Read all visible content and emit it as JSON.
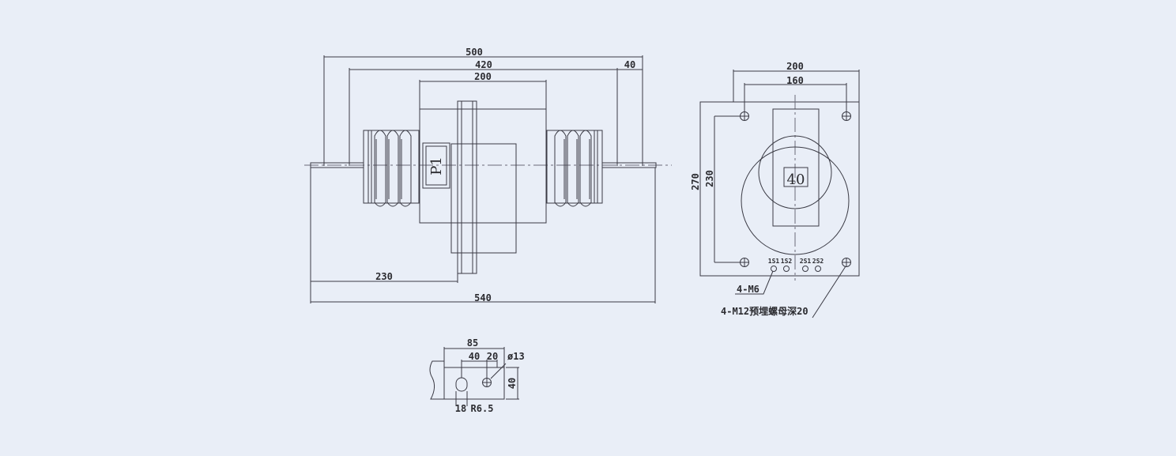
{
  "colors": {
    "background": "#e9eef7",
    "line": "#3a3a44",
    "centerline": "#6a6a78"
  },
  "front_view": {
    "dims": {
      "d500": "500",
      "d420": "420",
      "d200": "200",
      "d40": "40",
      "d230": "230",
      "d540": "540"
    },
    "marking": "P1"
  },
  "side_view": {
    "dims": {
      "d200": "200",
      "d160": "160",
      "d270": "270",
      "d230": "230"
    },
    "window_label": "40",
    "terminals": [
      "1S1",
      "1S2",
      "2S1",
      "2S2"
    ],
    "callout_m6": "4-M6",
    "callout_m12": "4-M12预埋螺母深20"
  },
  "terminal_detail": {
    "dims": {
      "d85": "85",
      "d40w": "40",
      "d20": "20",
      "hole": "ø13",
      "d40h": "40",
      "d18": "18",
      "radius": "R6.5"
    }
  }
}
